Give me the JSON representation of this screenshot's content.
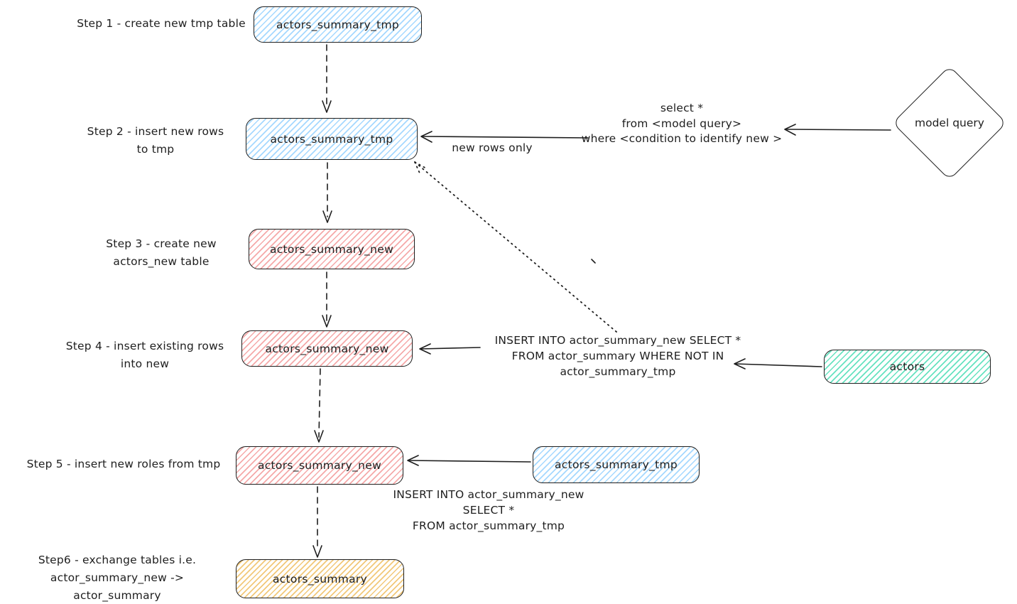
{
  "colors": {
    "stroke": "#1e1e1e",
    "blue": "#a5d8ff",
    "pink": "#f5a9a9",
    "green": "#66e2c0",
    "yellow": "#f2c879"
  },
  "steps": [
    {
      "label": "Step 1 - create new tmp table",
      "node": "actors_summary_tmp"
    },
    {
      "label": "Step 2 - insert new rows\nto tmp",
      "node": "actors_summary_tmp"
    },
    {
      "label": "Step 3 - create new\nactors_new table",
      "node": "actors_summary_new"
    },
    {
      "label": "Step 4 - insert existing rows\ninto new",
      "node": "actors_summary_new"
    },
    {
      "label": "Step 5 - insert new roles from tmp",
      "node": "actors_summary_new"
    },
    {
      "label": "Step6 - exchange tables i.e.\nactor_summary_new -> actor_summary",
      "node": "actors_summary"
    }
  ],
  "side": {
    "model_query": "model query",
    "actors": "actors",
    "tmp_source": "actors_summary_tmp"
  },
  "annotations": {
    "step2_sql": "select *\nfrom <model query>\nwhere <condition to identify new >",
    "new_rows_only": "new rows only",
    "step4_sql": "INSERT INTO actor_summary_new SELECT *\nFROM actor_summary WHERE NOT IN\nactor_summary_tmp",
    "step5_sql": "INSERT INTO actor_summary_new\nSELECT *\nFROM actor_summary_tmp"
  }
}
